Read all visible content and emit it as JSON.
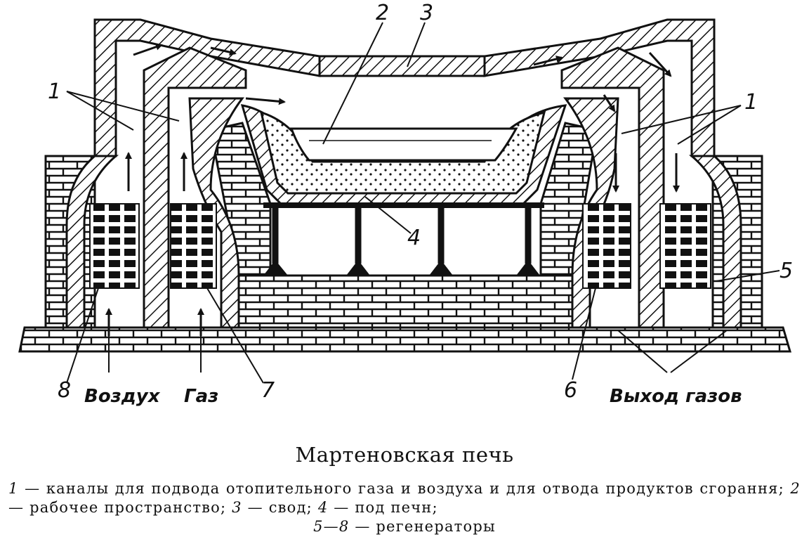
{
  "diagram": {
    "callouts": {
      "c1_left": "1",
      "c1_right": "1",
      "c2": "2",
      "c3": "3",
      "c4": "4",
      "c5": "5",
      "c6": "6",
      "c7": "7",
      "c8": "8"
    },
    "labels": {
      "air": "Воздух",
      "gas": "Газ",
      "exhaust": "Выход газов"
    }
  },
  "caption": {
    "title": "Мартеновская печь",
    "legend": [
      {
        "num": "1",
        "text": "— каналы для подвода отопительного газа и воздуха и для отвода продуктов сгорання;"
      },
      {
        "num": "2",
        "text": "— рабочее пространство;"
      },
      {
        "num": "3",
        "text": "— свод;"
      },
      {
        "num": "4",
        "text": "— под печн;"
      },
      {
        "num": "5—8",
        "text": "— регенераторы"
      }
    ]
  }
}
